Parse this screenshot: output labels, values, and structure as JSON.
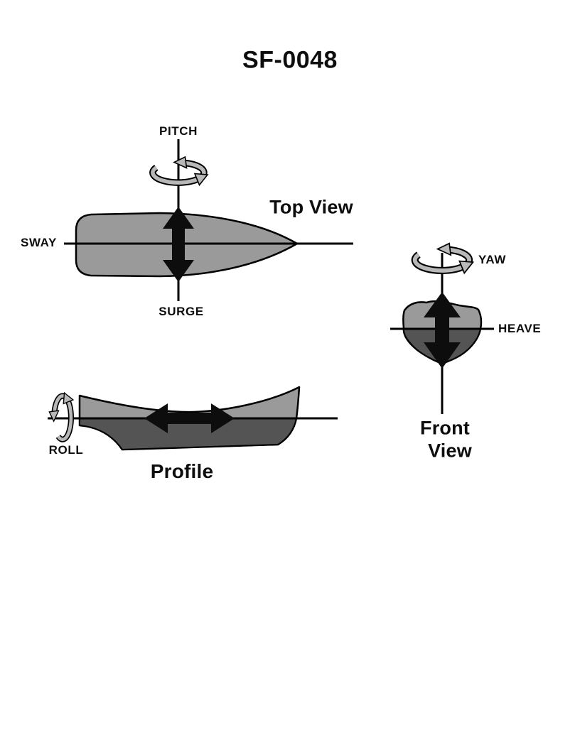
{
  "title": "SF-0048",
  "colors": {
    "hull_light": "#9a9a9a",
    "hull_dark": "#545454",
    "rotation_arrow_gray": "#b8b8b8",
    "arrow_black": "#0d0d0d",
    "line_black": "#000000"
  },
  "top_view": {
    "label": "Top View",
    "pitch_label": "PITCH",
    "sway_label": "SWAY",
    "surge_label": "SURGE"
  },
  "front_view": {
    "label_line1": "Front",
    "label_line2": "View",
    "yaw_label": "YAW",
    "heave_label": "HEAVE"
  },
  "profile_view": {
    "label": "Profile",
    "roll_label": "ROLL"
  }
}
